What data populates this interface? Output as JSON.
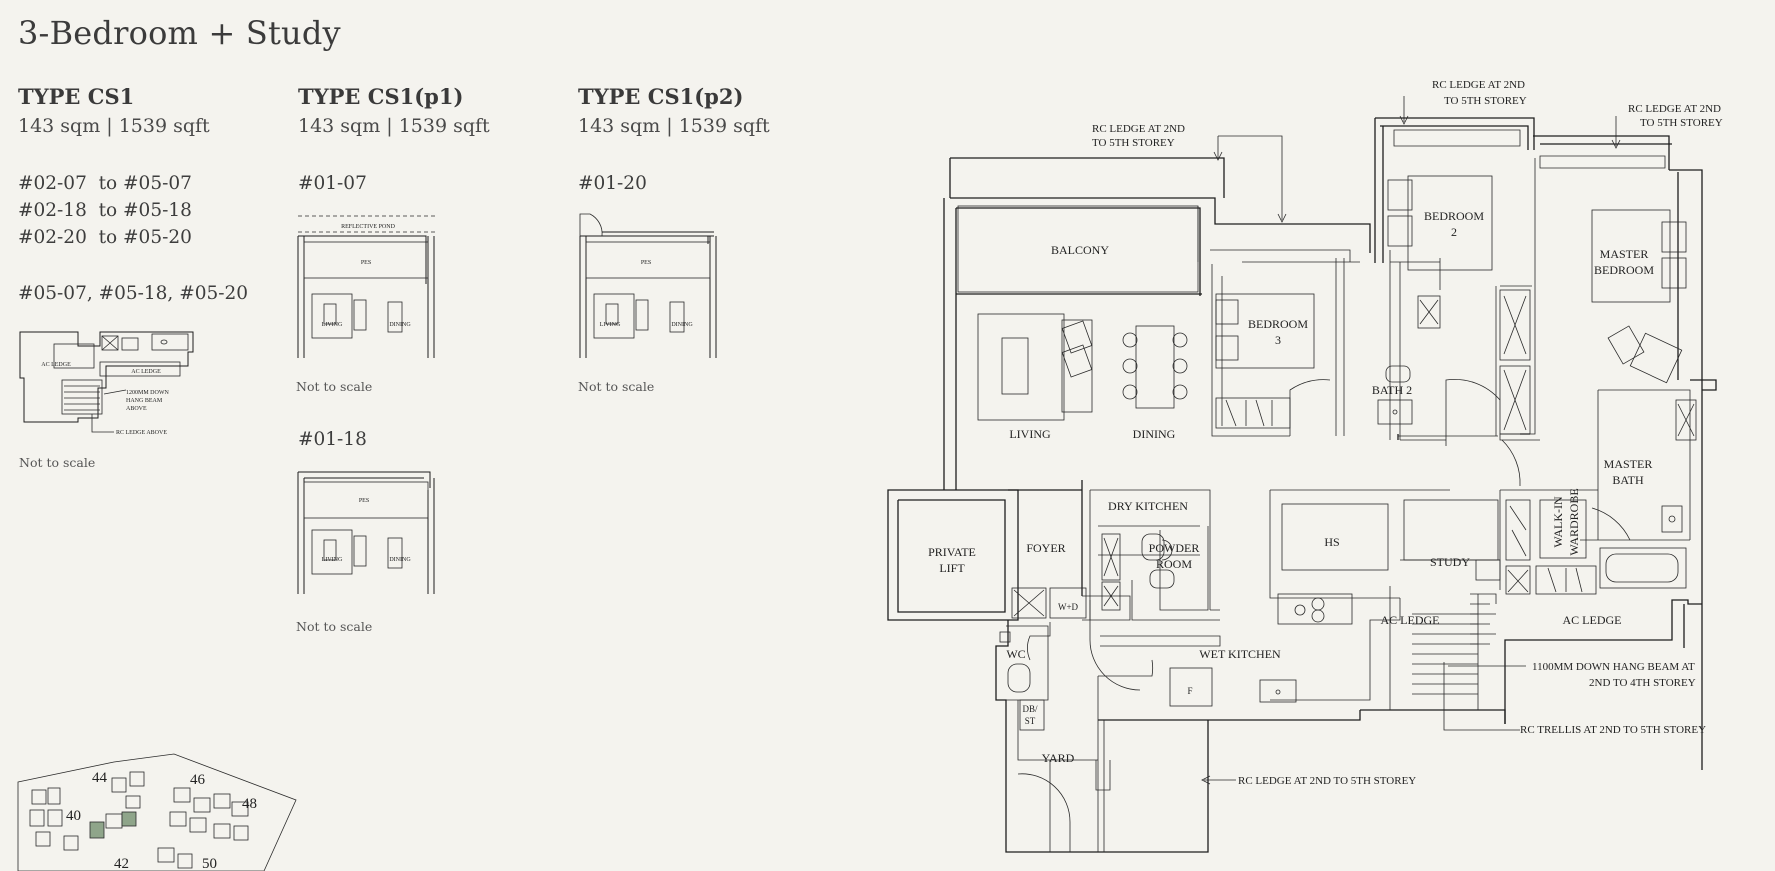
{
  "page": {
    "title": "3-Bedroom + Study"
  },
  "types": [
    {
      "name": "TYPE CS1",
      "size": "143 sqm | 1539 sqft",
      "units": [
        "#02-07  to #05-07",
        "#02-18  to #05-18",
        "#02-20  to #05-20"
      ],
      "units2": [
        "#05-07, #05-18, #05-20"
      ]
    },
    {
      "name": "TYPE CS1(p1)",
      "size": "143 sqm | 1539 sqft",
      "units": [
        "#01-07"
      ],
      "units2": [
        "#01-18"
      ]
    },
    {
      "name": "TYPE CS1(p2)",
      "size": "143 sqm | 1539 sqft",
      "units": [
        "#01-20"
      ]
    }
  ],
  "scale_note": "Not to scale",
  "thumb_labels": {
    "reflective_pond": "REFLECTIVE POND",
    "pes": "PES",
    "living": "LIVING",
    "dining": "DINING",
    "ac_ledge": "AC LEDGE",
    "hang_beam_1": "1200MM DOWN",
    "hang_beam_2": "HANG BEAM",
    "hang_beam_3": "ABOVE",
    "rc_ledge_above": "RC LEDGE ABOVE"
  },
  "rooms": {
    "balcony": "BALCONY",
    "living": "LIVING",
    "dining": "DINING",
    "bedroom3_a": "BEDROOM",
    "bedroom3_b": "3",
    "bedroom2_a": "BEDROOM",
    "bedroom2_b": "2",
    "master_a": "MASTER",
    "master_b": "BEDROOM",
    "bath2": "BATH 2",
    "master_bath_a": "MASTER",
    "master_bath_b": "BATH",
    "walkin_a": "WALK-IN",
    "walkin_b": "WARDROBE",
    "private_lift_a": "PRIVATE",
    "private_lift_b": "LIFT",
    "foyer": "FOYER",
    "dry_kitchen": "DRY KITCHEN",
    "powder_a": "POWDER",
    "powder_b": "ROOM",
    "hs": "HS",
    "study": "STUDY",
    "ac_ledge_1": "AC LEDGE",
    "ac_ledge_2": "AC LEDGE",
    "wet_kitchen": "WET KITCHEN",
    "wc": "WC",
    "wd": "W+D",
    "dbst_a": "DB/",
    "dbst_b": "ST",
    "yard": "YARD",
    "fridge": "F"
  },
  "annotations": {
    "rc1_a": "RC LEDGE AT 2ND",
    "rc1_b": "TO 5TH STOREY",
    "rc2_a": "RC LEDGE AT 2ND",
    "rc2_b": "TO 5TH STOREY",
    "rc3_a": "RC LEDGE AT 2ND",
    "rc3_b": "TO 5TH STOREY",
    "hang_a": "1100MM DOWN HANG BEAM AT",
    "hang_b": "2ND TO 4TH STOREY",
    "trellis": "RC TRELLIS AT 2ND TO 5TH STOREY",
    "rc_bottom": "RC LEDGE AT 2ND TO 5TH STOREY"
  },
  "site_numbers": [
    "44",
    "46",
    "48",
    "40",
    "42",
    "50"
  ],
  "colors": {
    "background": "#f4f3ee",
    "ink": "#1e1e1e",
    "highlight": "#8fa58a"
  }
}
